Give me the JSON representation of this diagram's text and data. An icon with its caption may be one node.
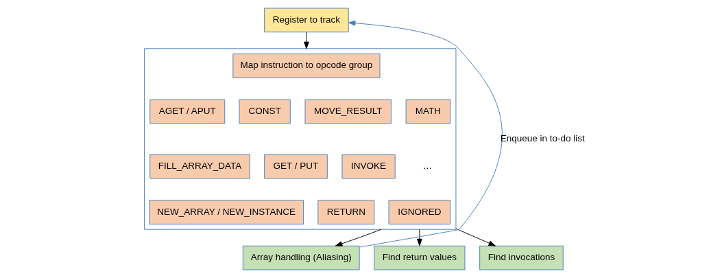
{
  "diagram": {
    "nodes": [
      {
        "text": [
          "Register to track"
        ]
      },
      {
        "text": [],
        "shape": "box"
      },
      {
        "text": [
          "Map instruction to opcode group"
        ],
        "in": 1
      },
      {
        "text": [
          "AGET / APUT"
        ],
        "in": 1
      },
      {
        "text": [
          "CONST"
        ],
        "in": 1
      },
      {
        "text": [
          "MOVE_RESULT"
        ],
        "in": 1
      },
      {
        "text": [
          "MATH"
        ],
        "in": 1
      },
      {
        "text": [
          "FILL_ARRAY_DATA"
        ],
        "in": 1
      },
      {
        "text": [
          "GET / PUT"
        ],
        "in": 1
      },
      {
        "text": [
          "INVOKE"
        ],
        "in": 1
      },
      {
        "text": [
          "NEW_ARRAY / NEW_INSTANCE"
        ],
        "in": 1
      },
      {
        "text": [
          "RETURN"
        ],
        "in": 1
      },
      {
        "text": [
          "IGNORED"
        ],
        "in": 1
      },
      {
        "text": [
          "Array handling (Aliasing)"
        ]
      },
      {
        "text": [
          "Find return values"
        ]
      },
      {
        "text": [
          "Find invocations"
        ]
      }
    ],
    "edges": [
      {
        "from": 0,
        "to": 1,
        "arrow": "to"
      },
      {
        "from": 1,
        "to": 13,
        "arrow": "to"
      },
      {
        "from": 1,
        "to": 14,
        "arrow": "to"
      },
      {
        "from": 1,
        "to": 15,
        "arrow": "to"
      },
      {
        "from": 13,
        "to": 0,
        "arrow": "to",
        "label": "Enqueue in to-do list",
        "color": "#4a7ebb"
      }
    ],
    "labels": [
      "…"
    ]
  }
}
